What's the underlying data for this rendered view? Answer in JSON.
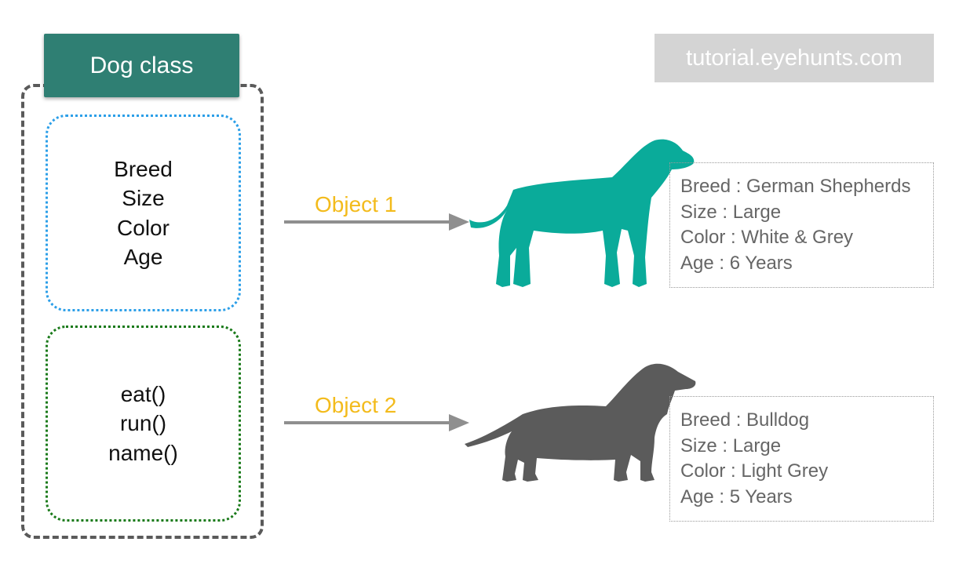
{
  "class": {
    "title": "Dog class",
    "attributes": [
      "Breed",
      "Size",
      "Color",
      "Age"
    ],
    "methods": [
      "eat()",
      "run()",
      "name()"
    ]
  },
  "watermark": "tutorial.eyehunts.com",
  "objects": [
    {
      "label": "Object 1",
      "icon": "dog-standing-icon",
      "color": "#0aab9a",
      "info": [
        "Breed : German Shepherds",
        "Size : Large",
        "Color : White & Grey",
        "Age : 6 Years"
      ]
    },
    {
      "label": "Object 2",
      "icon": "dachshund-icon",
      "color": "#5b5b5b",
      "info": [
        "Breed : Bulldog",
        "Size : Large",
        "Color : Light Grey",
        "Age : 5 Years"
      ]
    }
  ],
  "colors": {
    "class_header": "#2f7f73",
    "attributes_border": "#2c9fe8",
    "methods_border": "#1a7a1a",
    "object_label": "#f3bb1c",
    "arrow": "#8f8f8f"
  }
}
